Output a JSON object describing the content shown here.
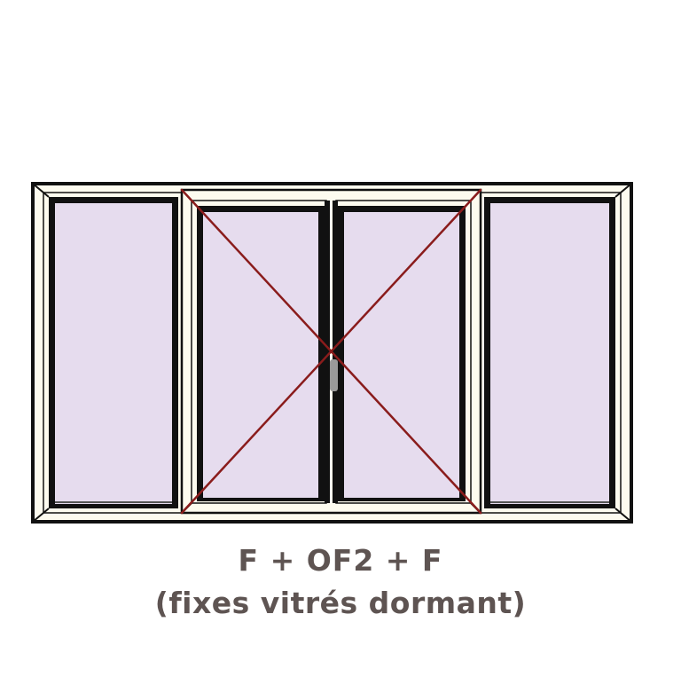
{
  "diagram": {
    "title": "F + OF2 + F",
    "subtitle": "(fixes vitrés dormant)",
    "colors": {
      "frame_fill": "#fdfbef",
      "frame_stroke": "#111111",
      "glass": "#e6dcee",
      "opening_lines": "#8a1c1c",
      "handle": "#9a9a9a",
      "text": "#5e5452"
    },
    "panels": [
      {
        "id": "left-fixed",
        "type": "F",
        "label": "fixed glazed panel"
      },
      {
        "id": "center-left-sash",
        "type": "OF",
        "label": "opening sash (left)"
      },
      {
        "id": "center-right-sash",
        "type": "OF",
        "label": "opening sash (right)"
      },
      {
        "id": "right-fixed",
        "type": "F",
        "label": "fixed glazed panel"
      }
    ]
  }
}
